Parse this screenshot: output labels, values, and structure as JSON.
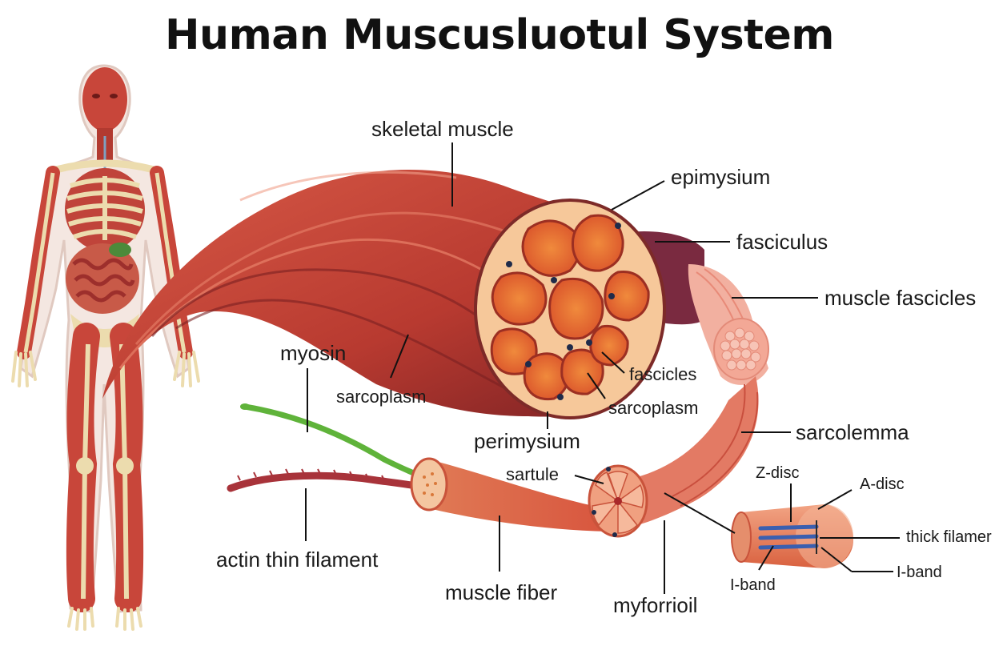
{
  "title": "Human Muscusluotul System",
  "labels": {
    "skeletal_muscle": "skeletal muscle",
    "epimysium": "epimysium",
    "fasciculus": "fasciculus",
    "muscle_fascicles": "muscle fascicles",
    "myosin": "myosin",
    "sarcoplasm_left": "sarcoplasm",
    "fascicles": "fascicles",
    "sarcoplasm_right": "sarcoplasm",
    "perimysium": "perimysium",
    "sarcolemma": "sarcolemma",
    "sartule": "sartule",
    "z_disc": "Z-disc",
    "a_disc": "A-disc",
    "thick_filament": "thick filamer",
    "i_band_right": "I-band",
    "i_band_left": "I-band",
    "actin_thin_filament": "actin thin filament",
    "muscle_fiber": "muscle fiber",
    "myforrioil": "myforrioil"
  },
  "colors": {
    "muscle": "#c8463a",
    "muscle_dark": "#8f2a28",
    "bone": "#ecdcae",
    "fascicle_fill": "#e8652e",
    "perimysium": "#f6c89a",
    "fasciculus": "#7a2a40",
    "myosin": "#5fb33a"
  }
}
